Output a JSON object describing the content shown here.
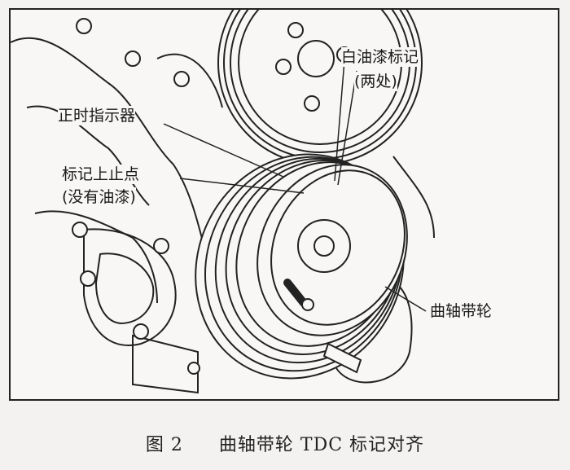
{
  "labels": {
    "white_paint_mark": "白油漆标记",
    "white_paint_mark_note": "(两处)",
    "timing_indicator": "正时指示器",
    "tdc_mark": "标记上止点",
    "tdc_mark_note": "(没有油漆)",
    "crank_pulley": "曲轴带轮"
  },
  "caption": {
    "figure_number": "图 2",
    "title": "曲轴带轮 TDC 标记对齐"
  }
}
